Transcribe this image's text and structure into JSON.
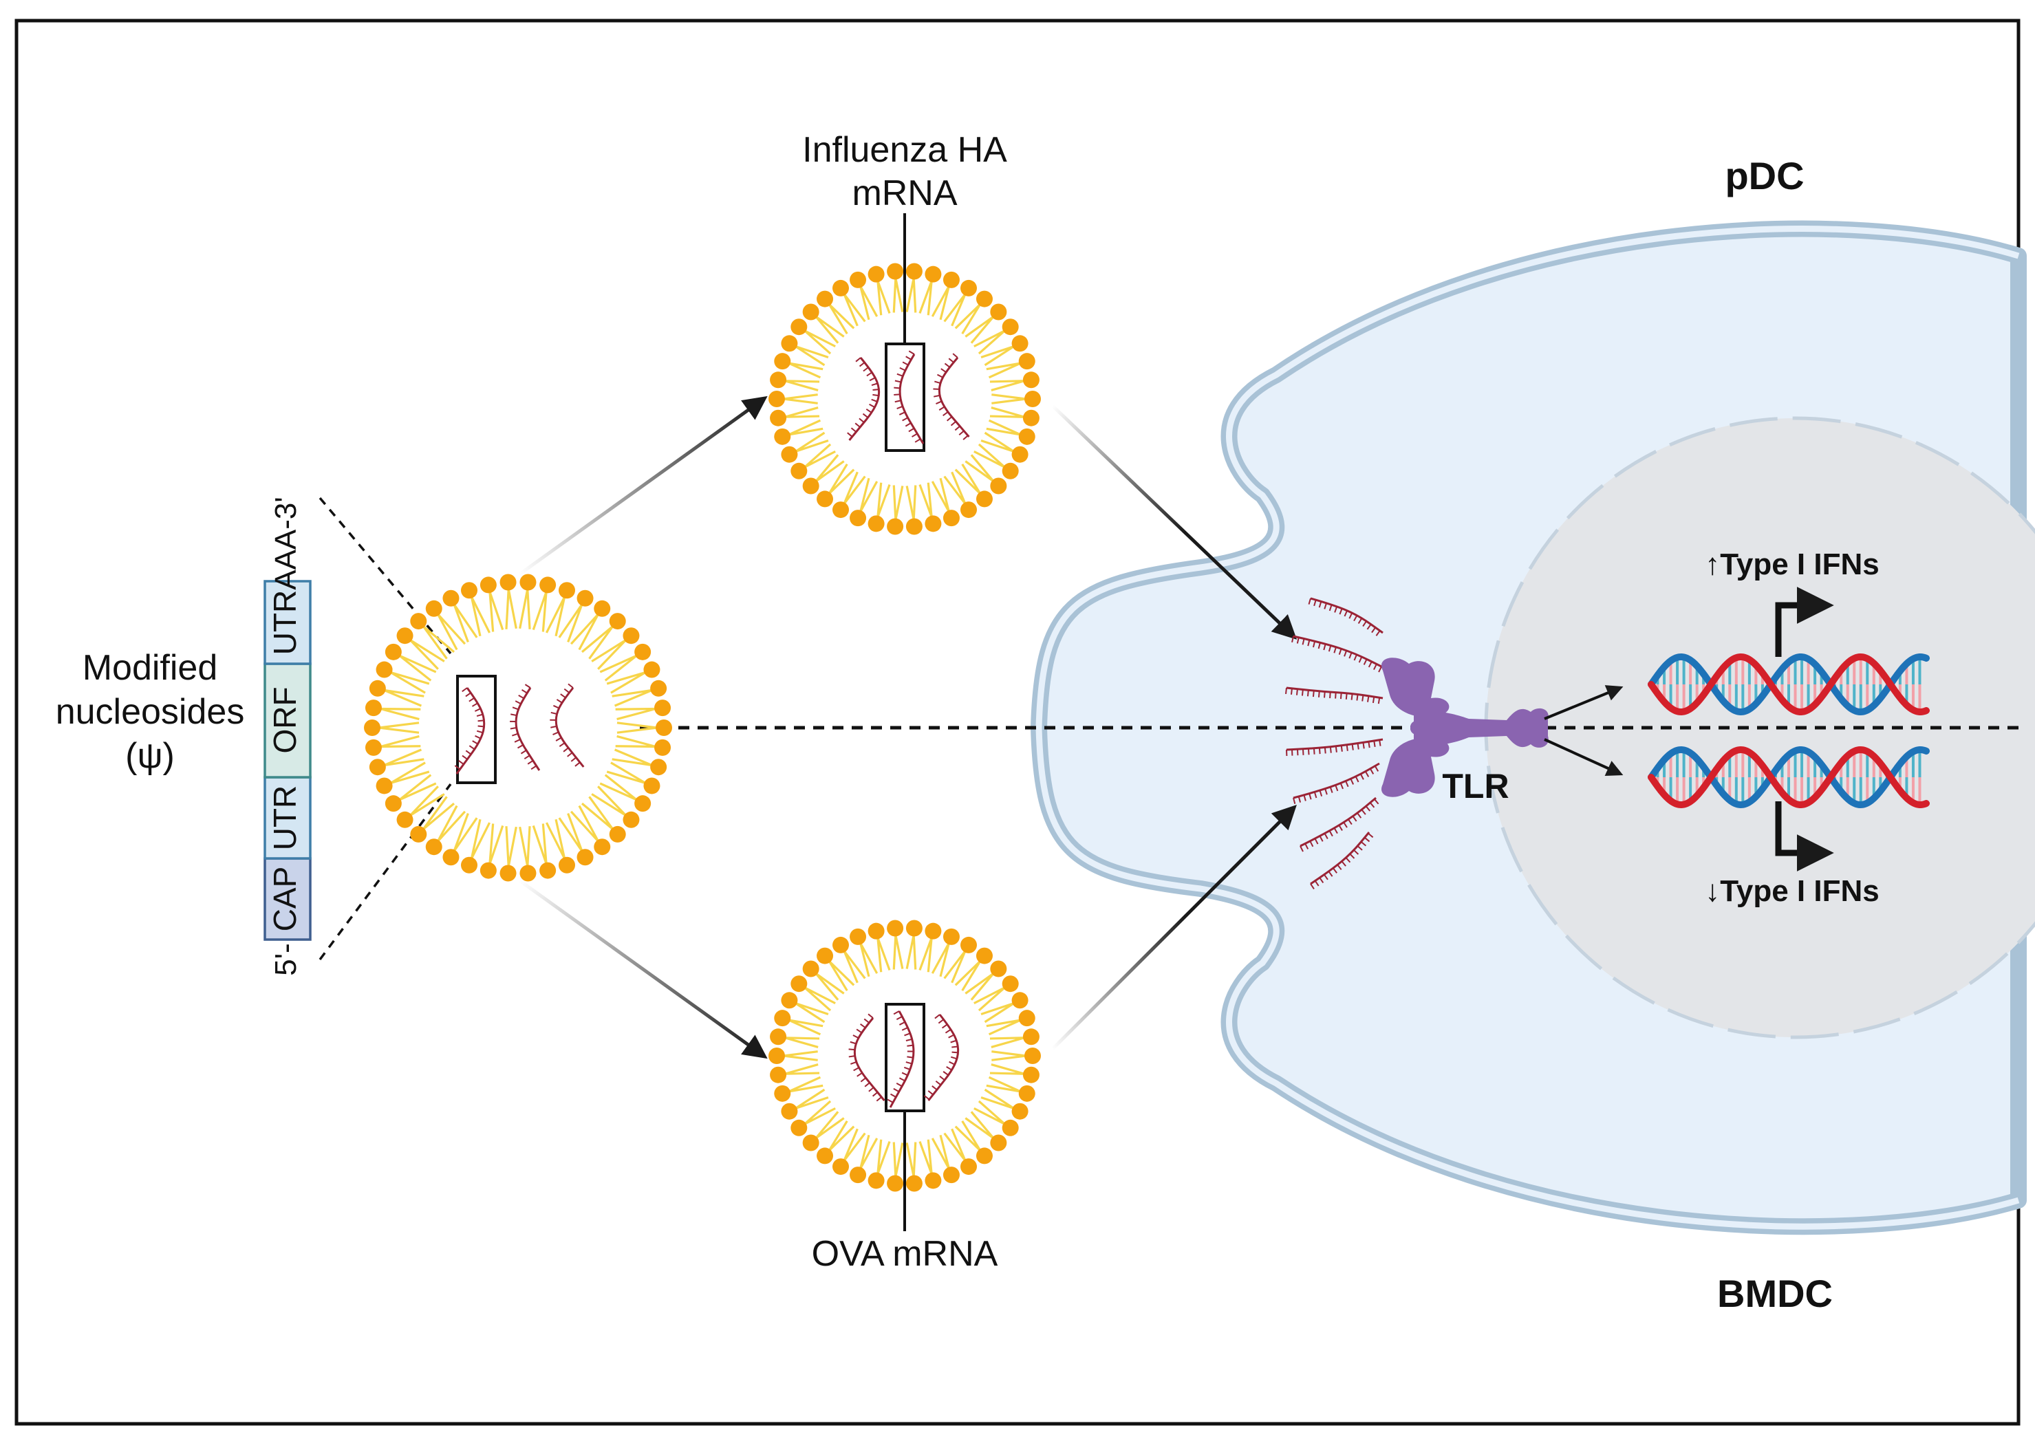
{
  "labels": {
    "modified_line1": "Modified",
    "modified_line2": "nucleosides",
    "modified_line3": "(ψ)",
    "ha_line1": "Influenza HA",
    "ha_line2": "mRNA",
    "ova": "OVA mRNA",
    "pdc": "pDC",
    "bmdc": "BMDC",
    "tlr": "TLR",
    "ifn_up": "↑Type I IFNs",
    "ifn_down": "↓Type I IFNs"
  },
  "mrna_construct": {
    "five_prime": "5'-",
    "three_prime": "AAA-3'",
    "segments": [
      "CAP",
      "UTR",
      "ORF",
      "UTR"
    ]
  },
  "colors": {
    "lipid_head": "#f5a10e",
    "lipid_tail": "#f7d54a",
    "mrna": "#9b2335",
    "cell_fill": "#e6f0fa",
    "cell_stroke": "#a9c2d6",
    "nucleus_fill": "#e3e5e8",
    "tlr": "#8a64b0",
    "dna_blue": "#1e73b8",
    "dna_red": "#d4202a",
    "dna_pink": "#f2a0a8",
    "dna_teal": "#4fb3c9"
  },
  "icons": [
    "lipid-nanoparticle-icon",
    "mrna-strand-icon",
    "tlr-receptor-icon",
    "dna-helix-icon",
    "transcription-arrow-icon"
  ]
}
